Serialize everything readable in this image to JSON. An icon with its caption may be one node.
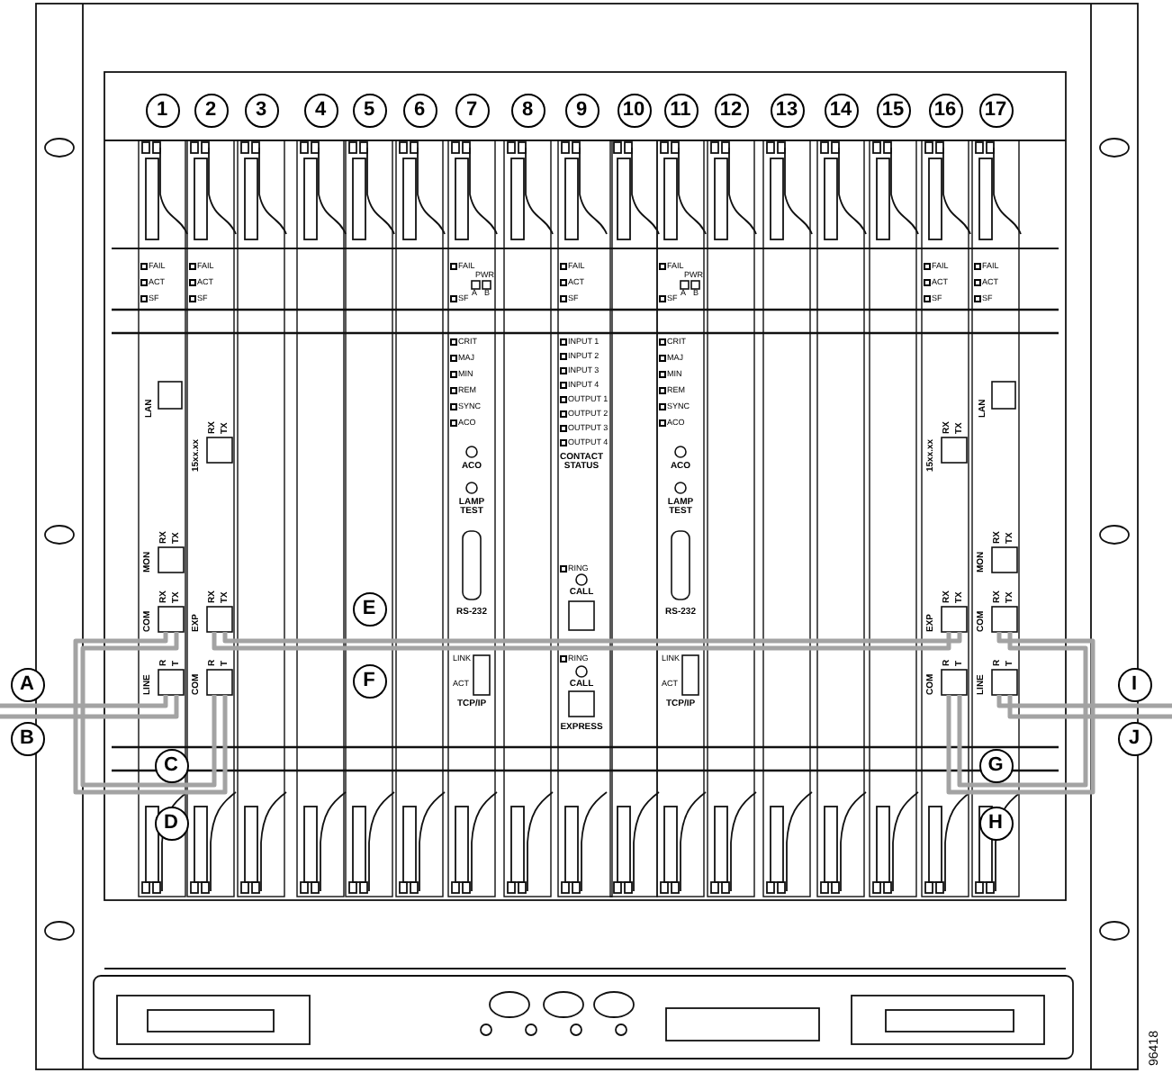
{
  "diagram": {
    "labels": [
      "1",
      "2",
      "3",
      "4",
      "5",
      "6",
      "7",
      "8",
      "9",
      "10",
      "11",
      "12",
      "13",
      "14",
      "15",
      "16",
      "17",
      "FAIL",
      "ACT",
      "SF",
      "LAN",
      "MON",
      "RX",
      "TX",
      "COM",
      "RX",
      "TX",
      "LINE",
      "R",
      "T",
      "FAIL",
      "ACT",
      "SF",
      "15xx.xx",
      "RX",
      "TX",
      "EXP",
      "RX",
      "TX",
      "COM",
      "R",
      "T",
      "FAIL",
      "PWR",
      "A",
      "B",
      "SF",
      "CRIT",
      "MAJ",
      "MIN",
      "REM",
      "SYNC",
      "ACO",
      "ACO",
      "LAMP TEST",
      "RS-232",
      "LINK",
      "ACT",
      "TCP/IP",
      "FAIL",
      "ACT",
      "SF",
      "INPUT 1",
      "INPUT 2",
      "INPUT 3",
      "INPUT 4",
      "OUTPUT 1",
      "OUTPUT 2",
      "OUTPUT 3",
      "OUTPUT 4",
      "CONTACT STATUS",
      "RING",
      "CALL",
      "RING",
      "CALL",
      "EXPRESS",
      "FAIL",
      "PWR",
      "A",
      "B",
      "SF",
      "CRIT",
      "MAJ",
      "MIN",
      "REM",
      "SYNC",
      "ACO",
      "ACO",
      "LAMP TEST",
      "RS-232",
      "LINK",
      "ACT",
      "TCP/IP",
      "FAIL",
      "ACT",
      "SF",
      "15xx.xx",
      "RX",
      "TX",
      "EXP",
      "RX",
      "TX",
      "COM",
      "R",
      "T",
      "FAIL",
      "ACT",
      "SF",
      "LAN",
      "MON",
      "RX",
      "TX",
      "COM",
      "RX",
      "TX",
      "LINE",
      "R",
      "T",
      "A",
      "B",
      "C",
      "D",
      "E",
      "F",
      "G",
      "H",
      "I",
      "J",
      "96418"
    ]
  }
}
